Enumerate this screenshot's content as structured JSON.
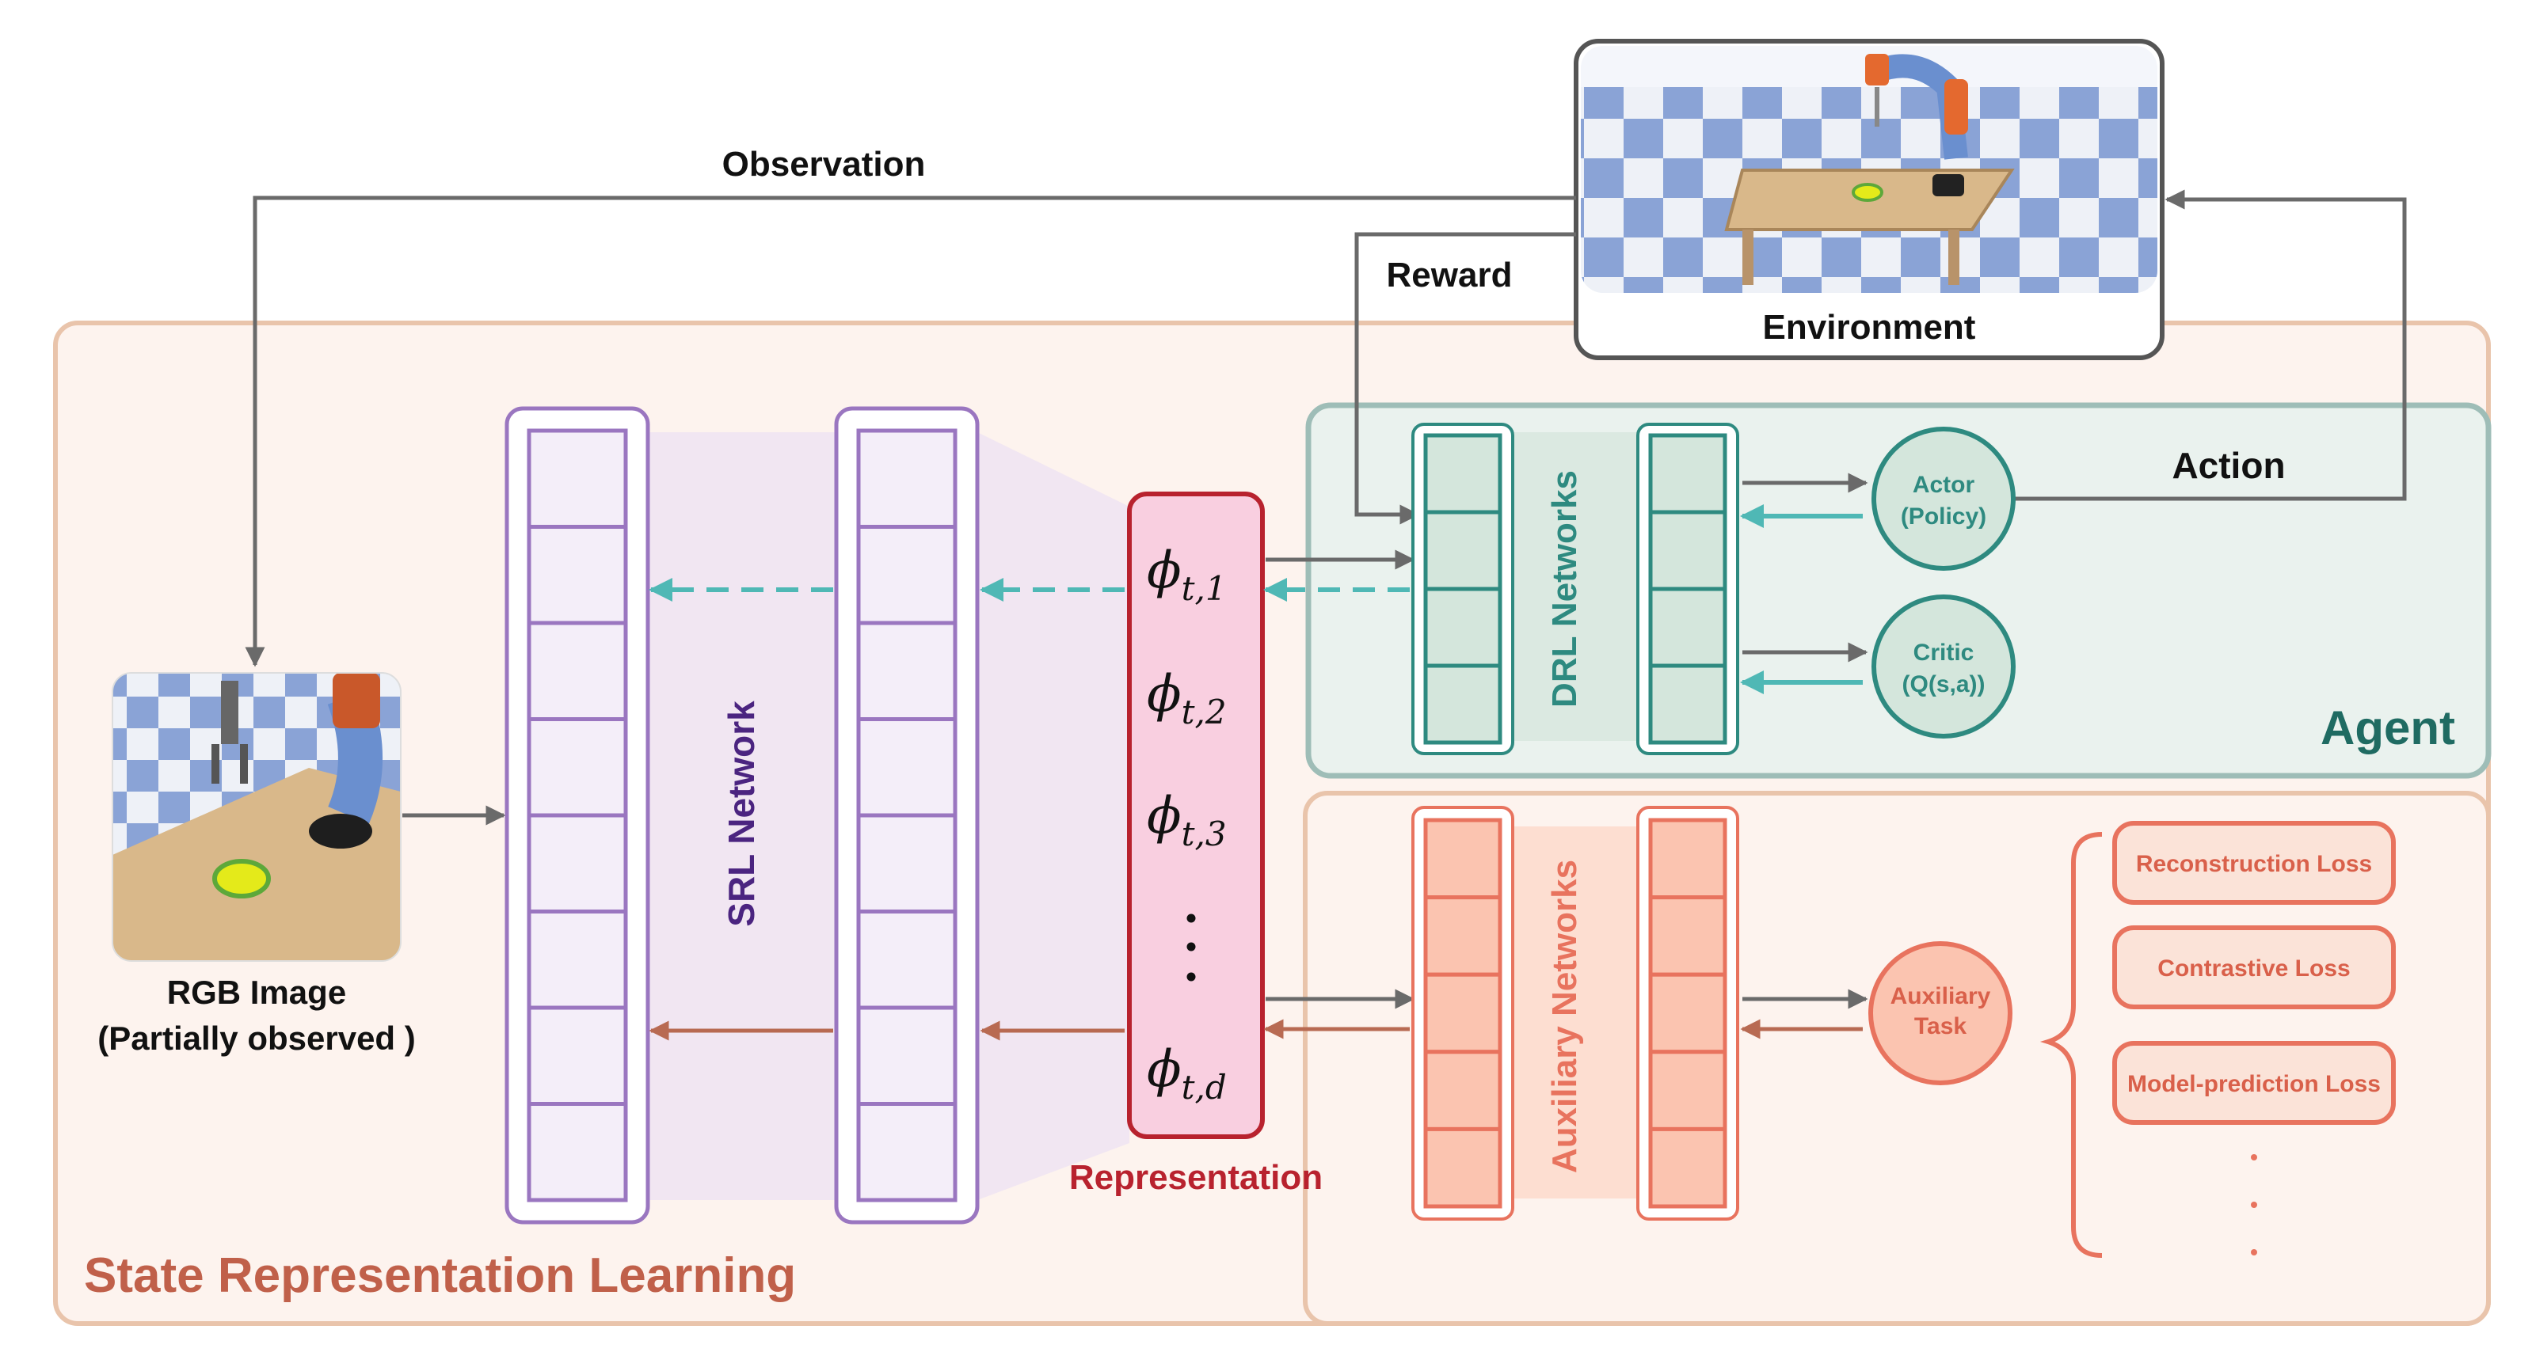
{
  "labels": {
    "observation": "Observation",
    "reward": "Reward",
    "environment": "Environment",
    "action": "Action",
    "agent": "Agent",
    "drl_networks": "DRL Networks",
    "actor_line1": "Actor",
    "actor_line2": "(Policy)",
    "critic_line1": "Critic",
    "critic_line2": "(Q(s,a))",
    "srl_network": "SRL Network",
    "rgb_line1": "RGB Image",
    "rgb_line2": "(Partially observed )",
    "representation": "Representation",
    "auxiliary_networks": "Auxiliary Networks",
    "aux_line1": "Auxiliary",
    "aux_line2": "Task",
    "state_representation_learning": "State Representation Learning"
  },
  "representation_items": [
    {
      "base": "ϕ",
      "sub": "t,1"
    },
    {
      "base": "ϕ",
      "sub": "t,2"
    },
    {
      "base": "ϕ",
      "sub": "t,3"
    },
    {
      "base": "ϕ",
      "sub": "t,d"
    }
  ],
  "losses": [
    "Reconstruction Loss",
    "Contrastive Loss",
    "Model-prediction Loss"
  ],
  "colors": {
    "srl_panel_bg": "#fdf3ee",
    "srl_panel_border": "#e9c4ab",
    "srl_title": "#c0604a",
    "agent_bg": "#eaf2ee",
    "agent_border": "#9ebdb7",
    "teal": "#2e8a80",
    "purple": "#9a76c0",
    "representation_fill": "#f9cfe0",
    "representation_border": "#b8222e",
    "aux_orange": "#e8735e",
    "aux_fill": "#fbc4b0",
    "arrow_gray": "#6a6a6a",
    "arrow_cyan": "#4fb8b5",
    "arrow_brown": "#b86a52",
    "srl_label": "#4b2480"
  }
}
